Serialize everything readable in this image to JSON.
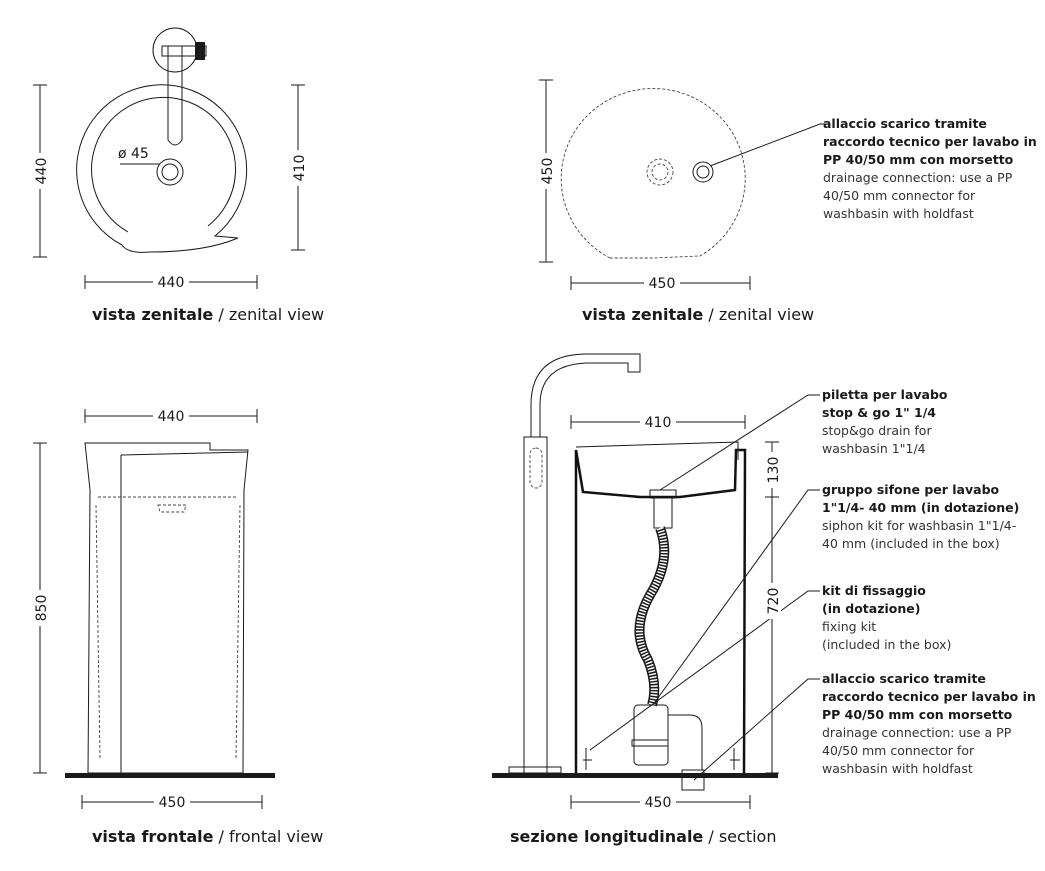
{
  "views": {
    "top_left": {
      "dim_height": "440",
      "dim_inner": "410",
      "dim_width": "440",
      "hole": "ø 45",
      "caption_bold": "vista zenitale",
      "caption_regular": " / zenital view"
    },
    "top_right": {
      "dim_height": "450",
      "dim_width": "450",
      "caption_bold": "vista zenitale",
      "caption_regular": " / zenital view"
    },
    "bottom_left": {
      "dim_top": "440",
      "dim_height": "850",
      "dim_bottom": "450",
      "caption_bold": "vista frontale",
      "caption_regular": " / frontal view"
    },
    "bottom_right": {
      "dim_top": "410",
      "dim_130": "130",
      "dim_720": "720",
      "dim_bottom": "450",
      "caption_bold": "sezione longitudinale",
      "caption_regular": " / section"
    }
  },
  "notes": {
    "drain_top": {
      "it": [
        "allaccio scarico tramite",
        "raccordo tecnico per lavabo in",
        "PP 40/50 mm con morsetto"
      ],
      "en": [
        "drainage connection: use a PP",
        "40/50 mm connector for",
        "washbasin with holdfast"
      ]
    },
    "piletta": {
      "it": [
        "piletta per lavabo",
        "stop & go 1\" 1/4"
      ],
      "en": [
        "stop&go drain for",
        "washbasin 1\"1/4"
      ]
    },
    "sifone": {
      "it": [
        "gruppo sifone per lavabo",
        "1\"1/4- 40 mm (in dotazione)"
      ],
      "en": [
        "siphon kit for washbasin 1\"1/4-",
        "40 mm (included in the box)"
      ]
    },
    "fissaggio": {
      "it": [
        "kit di fissaggio",
        "(in dotazione)"
      ],
      "en": [
        "fixing kit",
        "(included in the box)"
      ]
    },
    "drain_bottom": {
      "it": [
        "allaccio scarico tramite",
        "raccordo tecnico per lavabo in",
        "PP 40/50 mm con morsetto"
      ],
      "en": [
        "drainage connection: use a PP",
        "40/50 mm connector for",
        "washbasin with holdfast"
      ]
    }
  }
}
